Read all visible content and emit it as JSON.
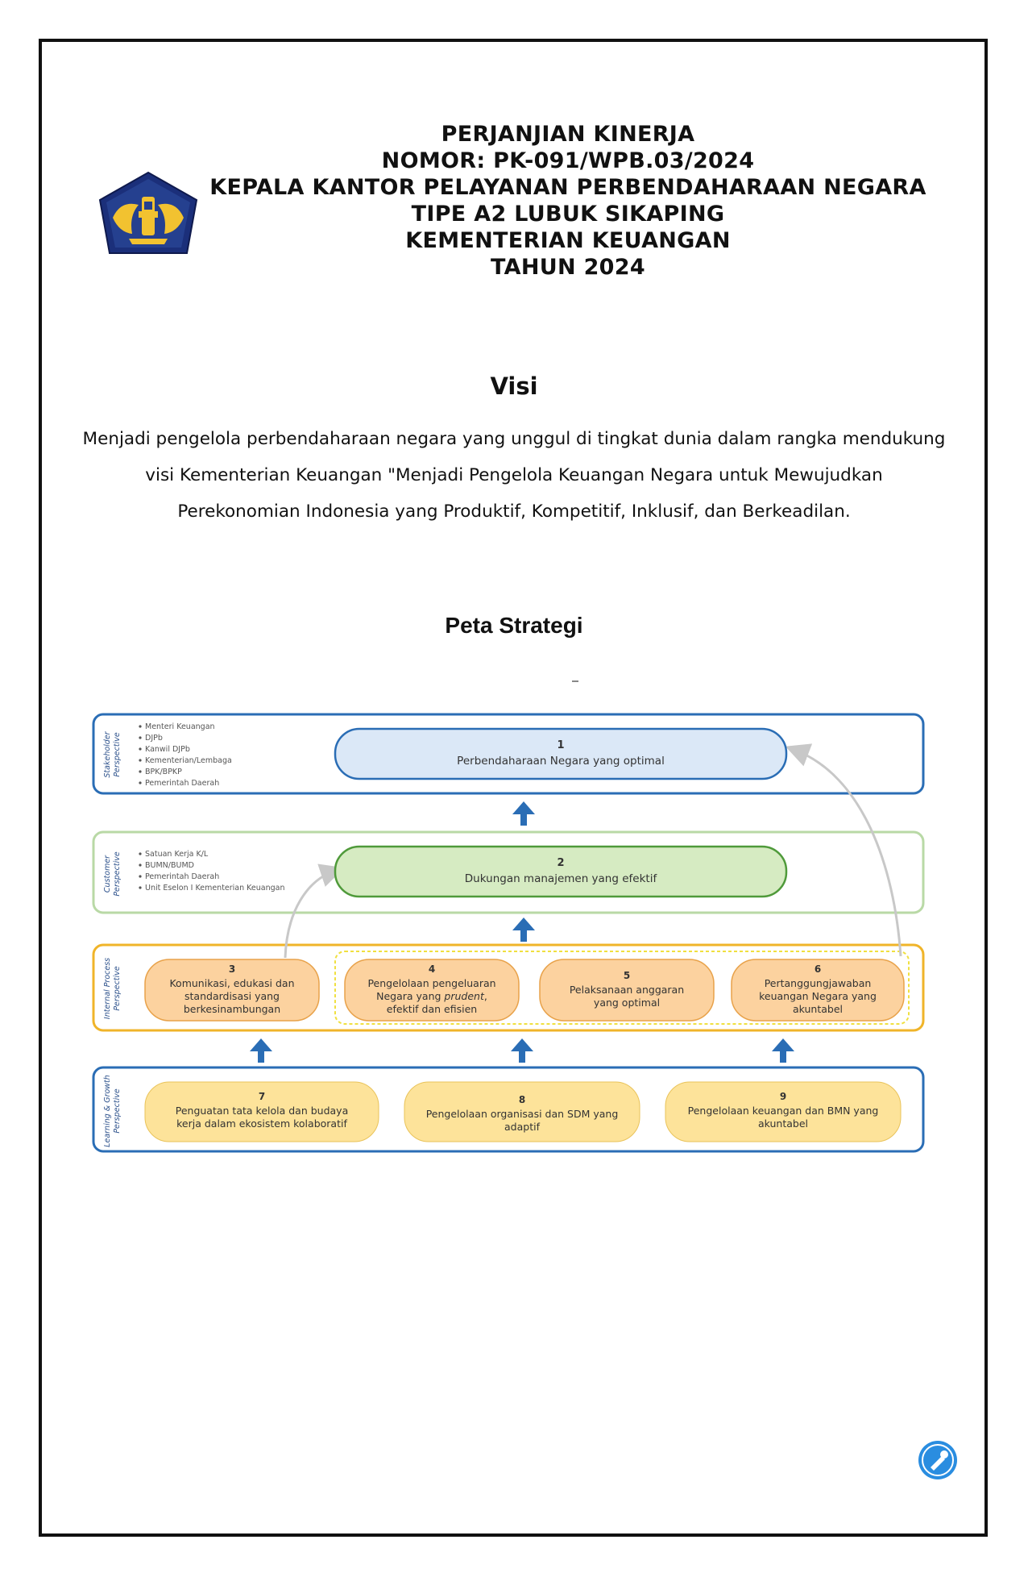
{
  "header": {
    "line1": "PERJANJIAN KINERJA",
    "line2": "NOMOR: PK-091/WPB.03/2024",
    "line3": "KEPALA KANTOR PELAYANAN PERBENDAHARAAN NEGARA",
    "line4": "TIPE A2 LUBUK SIKAPING",
    "line5": "KEMENTERIAN KEUANGAN",
    "line6": "TAHUN 2024"
  },
  "visi": {
    "title": "Visi",
    "line1": "Menjadi pengelola perbendaharaan negara yang unggul di tingkat dunia dalam rangka mendukung",
    "line2": "visi Kementerian Keuangan \"Menjadi Pengelola Keuangan Negara untuk Mewujudkan",
    "line3": "Perekonomian Indonesia yang Produktif, Kompetitif, Inklusif, dan Berkeadilan."
  },
  "peta": {
    "title": "Peta Strategi",
    "colors": {
      "stakeholder_border": "#2a6db5",
      "customer_border": "#b9d9a6",
      "internal_border": "#f0b429",
      "learning_border": "#2a6db5",
      "box_blue": "#dbe8f7",
      "box_green": "#d6ebc2",
      "box_orange": "#fcd29f",
      "box_yellow": "#fde39a",
      "arrow_blue": "#2a6db5",
      "arrow_gray": "#c8c8c8"
    },
    "perspectives": {
      "stakeholder": {
        "label1": "Stakeholder",
        "label2": "Perspective",
        "items": [
          "Menteri Keuangan",
          "DJPb",
          "Kanwil DJPb",
          "Kementerian/Lembaga",
          "BPK/BPKP",
          "Pemerintah Daerah"
        ]
      },
      "customer": {
        "label1": "Customer",
        "label2": "Perspective",
        "items": [
          "Satuan Kerja K/L",
          "BUMN/BUMD",
          "Pemerintah Daerah",
          "Unit Eselon I Kementerian Keuangan"
        ]
      },
      "internal": {
        "label1": "Internal Process",
        "label2": "Perspective"
      },
      "learning": {
        "label1": "Learning & Growth",
        "label2": "Perspective"
      }
    },
    "objectives": {
      "o1": {
        "num": "1",
        "line1": "Perbendaharaan Negara yang optimal"
      },
      "o2": {
        "num": "2",
        "line1": "Dukungan manajemen yang efektif"
      },
      "o3": {
        "num": "3",
        "line1": "Komunikasi, edukasi dan",
        "line2": "standardisasi yang",
        "line3": "berkesinambungan"
      },
      "o4": {
        "num": "4",
        "line1": "Pengelolaan pengeluaran",
        "line2a": "Negara yang ",
        "line2b": "prudent",
        "line2c": ",",
        "line3": "efektif dan efisien"
      },
      "o5": {
        "num": "5",
        "line1": "Pelaksanaan anggaran",
        "line2": "yang optimal"
      },
      "o6": {
        "num": "6",
        "line1": "Pertanggungjawaban",
        "line2": "keuangan Negara yang",
        "line3": "akuntabel"
      },
      "o7": {
        "num": "7",
        "line1": "Penguatan tata kelola dan budaya",
        "line2": "kerja dalam ekosistem kolaboratif"
      },
      "o8": {
        "num": "8",
        "line1": "Pengelolaan organisasi dan SDM yang",
        "line2": "adaptif"
      },
      "o9": {
        "num": "9",
        "line1": "Pengelolaan keuangan dan BMN yang",
        "line2": "akuntabel"
      }
    }
  }
}
